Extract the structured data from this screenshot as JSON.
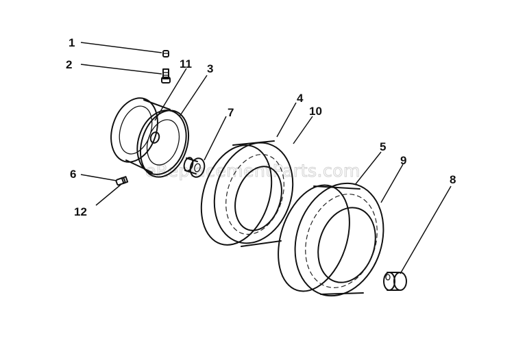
{
  "watermark": "eReplacementParts.com",
  "callouts": [
    {
      "id": "1",
      "text": "1"
    },
    {
      "id": "2",
      "text": "2"
    },
    {
      "id": "3",
      "text": "3"
    },
    {
      "id": "4",
      "text": "4"
    },
    {
      "id": "5",
      "text": "5"
    },
    {
      "id": "6",
      "text": "6"
    },
    {
      "id": "7",
      "text": "7"
    },
    {
      "id": "8",
      "text": "8"
    },
    {
      "id": "9",
      "text": "9"
    },
    {
      "id": "10",
      "text": "10"
    },
    {
      "id": "11",
      "text": "11"
    },
    {
      "id": "12",
      "text": "12"
    }
  ]
}
